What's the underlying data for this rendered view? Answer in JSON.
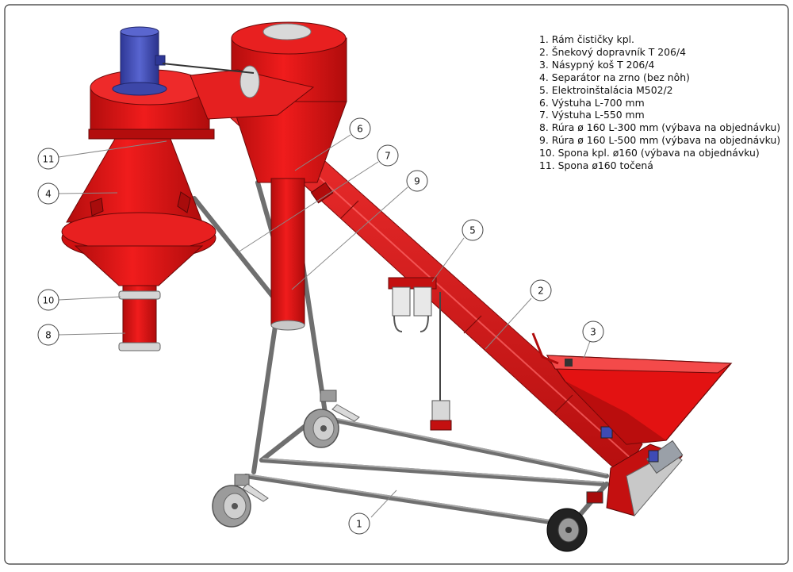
{
  "legend": [
    "1. Rám čističky kpl.",
    "2. Šnekový dopravník T 206/4",
    "3. Násypný koš T 206/4",
    "4. Separátor na zrno (bez nôh)",
    "5. Elektroinštalácia M502/2",
    "6. Výstuha L-700 mm",
    "7. Výstuha L-550 mm",
    "8. Rúra ø 160 L-300 mm (výbava na objednávku)",
    "9. Rúra ø 160 L-500 mm (výbava na objednávku)",
    "10. Spona kpl. ø160 (výbava na objednávku)",
    "11. Spona ø160 točená"
  ],
  "callouts": [
    {
      "num": "1"
    },
    {
      "num": "2"
    },
    {
      "num": "3"
    },
    {
      "num": "4"
    },
    {
      "num": "5"
    },
    {
      "num": "6"
    },
    {
      "num": "7"
    },
    {
      "num": "8"
    },
    {
      "num": "9"
    },
    {
      "num": "10"
    },
    {
      "num": "11"
    }
  ],
  "colors": {
    "machine_red": "#e31212",
    "machine_dark_red": "#a80c0c",
    "frame_grey": "#7d7d7d",
    "motor_blue": "#3f4bb5",
    "border": "#333333"
  }
}
